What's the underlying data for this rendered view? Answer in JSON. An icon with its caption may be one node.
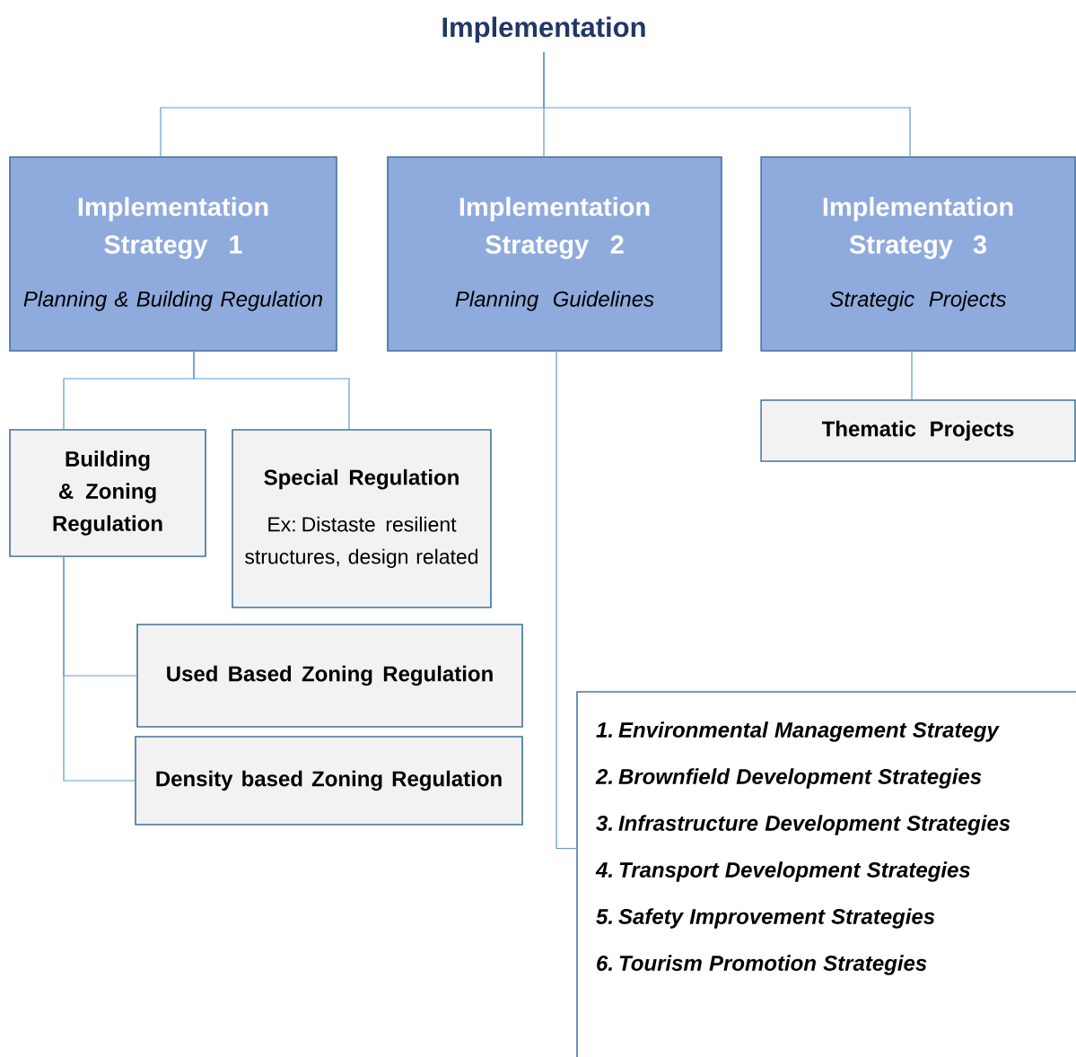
{
  "diagram": {
    "nodes": [
      {
        "text": [
          "Implementation"
        ]
      },
      {
        "text": [
          "Implementation Strategy 1",
          "Planning & Building Regulation"
        ]
      },
      {
        "text": [
          "Implementation Strategy 2",
          "Planning Guidelines"
        ]
      },
      {
        "text": [
          "Implementation Strategy 3",
          "Strategic Projects"
        ]
      },
      {
        "text": [
          "Building & Zoning Regulation"
        ]
      },
      {
        "text": [
          "Special Regulation",
          "Ex: Distaste resilient structures, design related"
        ]
      },
      {
        "text": [
          "Used Based Zoning Regulation"
        ]
      },
      {
        "text": [
          "Density based Zoning Regulation"
        ]
      },
      {
        "text": [
          "1. Environmental Management Strategy",
          "2. Brownfield Development Strategies",
          "3. Infrastructure Development Strategies",
          "4. Transport Development Strategies",
          "5. Safety Improvement Strategies",
          "6. Tourism Promotion Strategies"
        ]
      },
      {
        "text": [
          "Thematic Projects"
        ]
      }
    ],
    "edges": [
      {
        "from": 0,
        "to": 1,
        "arrow": "none"
      },
      {
        "from": 0,
        "to": 2,
        "arrow": "none"
      },
      {
        "from": 0,
        "to": 3,
        "arrow": "none"
      },
      {
        "from": 1,
        "to": 4,
        "arrow": "none"
      },
      {
        "from": 1,
        "to": 5,
        "arrow": "none"
      },
      {
        "from": 4,
        "to": 6,
        "arrow": "none"
      },
      {
        "from": 4,
        "to": 7,
        "arrow": "none"
      },
      {
        "from": 2,
        "to": 8,
        "arrow": "none"
      },
      {
        "from": 3,
        "to": 9,
        "arrow": "none"
      }
    ]
  }
}
